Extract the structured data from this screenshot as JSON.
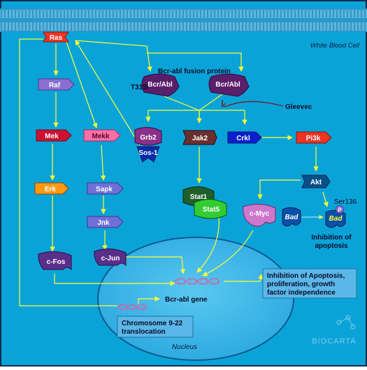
{
  "diagram": {
    "cell_label": "White Blood Cell",
    "nucleus_label": "Nucleus",
    "fusion_protein_label": "Bcr-abl fusion protein",
    "mutation_label": "T315I",
    "drug_label": "Gleevec",
    "phospho_site_label": "Ser136",
    "phospho_badge": "P",
    "gene_label": "Bcr-abl gene",
    "watermark": "BIOCARTA",
    "nodes": {
      "ras": "Ras",
      "raf": "Raf",
      "mek": "Mek",
      "erk": "Erk",
      "cfos": "c-Fos",
      "mekk": "Mekk",
      "sapk": "Sapk",
      "jnk": "Jnk",
      "cjun": "c-Jun",
      "bcrabl1": "Bcr/Abl",
      "bcrabl2": "Bcr/Abl",
      "grb2": "Grb2",
      "sos1": "Sos-1",
      "jak2": "Jak2",
      "crkl": "Crkl",
      "pi3k": "Pi3k",
      "stat1": "Stat1",
      "stat5": "Stat5",
      "akt": "Akt",
      "cmyc": "c-Myc",
      "bad1": "Bad",
      "bad2": "Bad"
    },
    "outcome_apoptosis": [
      "Inhibition of",
      "apoptosis"
    ],
    "outcome_main": [
      "Inhibition of Apoptosis,",
      "proliferation, growth",
      "factor independence"
    ],
    "translocation": [
      "Chromosome 9-22",
      "translocation"
    ],
    "colors": {
      "background": "#0aa3d8",
      "membrane": "#1f8fc7",
      "nucleus": "#36b6ea",
      "arrow": "#ffff33",
      "ras": "#ee3322",
      "raf": "#8a6fd0",
      "mek": "#cc1133",
      "erk": "#ff9911",
      "mekk": "#ff6fa8",
      "sapk": "#6f6fd8",
      "jun": "#5a2f8a",
      "bcrabl": "#5a1f6a",
      "grb2": "#8a2f8a",
      "jak2": "#6a2f2f",
      "crkl": "#0a1fcf",
      "pi3k": "#ee3322",
      "stat1": "#1f5f2a",
      "stat5": "#33cc33",
      "akt": "#0a4f8a",
      "cmyc": "#cc77cc",
      "bad": "#0a4fa8"
    }
  }
}
